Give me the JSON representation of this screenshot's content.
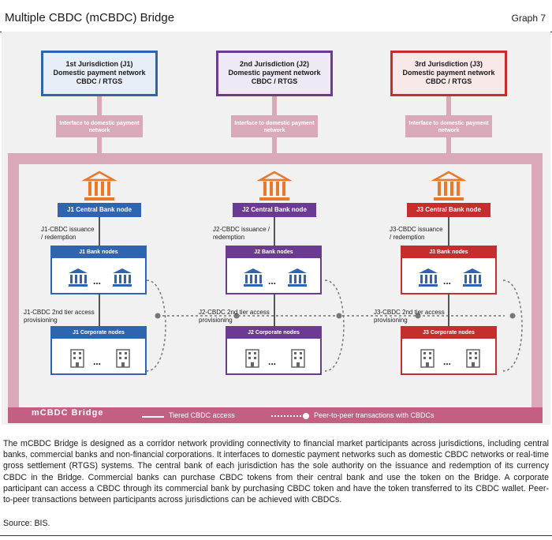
{
  "header": {
    "title": "Multiple CBDC (mCBDC) Bridge",
    "graph_number": "Graph 7"
  },
  "jurisdictions": [
    {
      "title": "1st Jurisdiction (J1)",
      "line2": "Domestic payment network",
      "line3": "CBDC / RTGS",
      "interface": "Interface to domestic payment network",
      "central_bank": "J1 Central Bank node",
      "issuance": "J1-CBDC issuance / redemption",
      "bank_nodes": "J1 Bank nodes",
      "tier": "J1-CBDC 2nd tier access provisioning",
      "corporate_nodes": "J1 Corporate nodes",
      "color": "#2f64b0",
      "fill": "#e8eef8"
    },
    {
      "title": "2nd Jurisdiction (J2)",
      "line2": "Domestic payment network",
      "line3": "CBDC / RTGS",
      "interface": "Interface to domestic payment network",
      "central_bank": "J2 Central Bank node",
      "issuance": "J2-CBDC issuance / redemption",
      "bank_nodes": "J2 Bank nodes",
      "tier": "J2-CBDC 2nd tier access provisioning",
      "corporate_nodes": "J2 Corporate nodes",
      "color": "#6b3b93",
      "fill": "#efe9f5"
    },
    {
      "title": "3rd Jurisdiction (J3)",
      "line2": "Domestic payment network",
      "line3": "CBDC / RTGS",
      "interface": "Interface to domestic payment network",
      "central_bank": "J3 Central Bank node",
      "issuance": "J3-CBDC issuance / redemption",
      "bank_nodes": "J3 Bank nodes",
      "tier": "J3-CBDC 2nd tier access provisioning",
      "corporate_nodes": "J3 Corporate nodes",
      "color": "#c62d2d",
      "fill": "#f8e8e8"
    }
  ],
  "bridge": {
    "label": "mCBDC Bridge",
    "legend_tiered": "Tiered CBDC access",
    "legend_p2p": "Peer-to-peer transactions with CBDCs"
  },
  "dots": "...",
  "colors": {
    "bridge_band": "#d9a9ba",
    "bridge_bar": "#c35f82",
    "central_bank_icon": "#e8782a",
    "background": "#f1f1f1"
  },
  "note": "The mCBDC Bridge is designed as a corridor network providing connectivity to financial market participants across jurisdictions, including central banks, commercial banks and non-financial corporations. It interfaces to domestic payment networks such as domestic CBDC networks or real-time gross settlement (RTGS) systems. The central bank of each jurisdiction has the sole authority on the issuance and redemption of its currency CBDC in the Bridge. Commercial banks can purchase CBDC tokens from their central bank and use the token on the Bridge. A corporate participant can access a CBDC through its commercial bank by purchasing CBDC token and have the token transferred to its CBDC wallet. Peer-to-peer transactions between participants across jurisdictions can be achieved with CBDCs.",
  "source": "Source: BIS."
}
